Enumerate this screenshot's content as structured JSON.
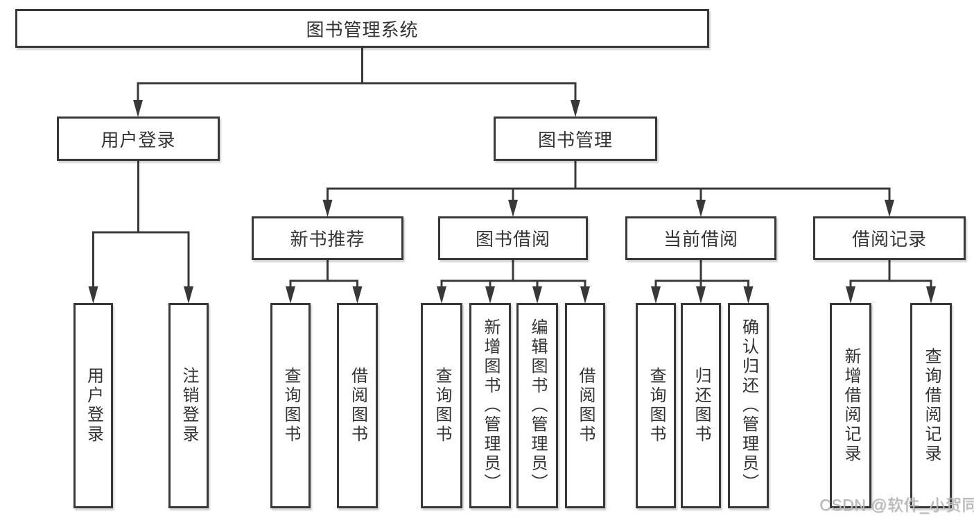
{
  "diagram": {
    "root": "图书管理系统",
    "user_branch": {
      "label": "用户登录",
      "children": [
        "用户登录",
        "注销登录"
      ]
    },
    "book_branch": {
      "label": "图书管理",
      "groups": [
        {
          "label": "新书推荐",
          "children": [
            "查询图书",
            "借阅图书"
          ]
        },
        {
          "label": "图书借阅",
          "children": [
            "查询图书",
            "新增图书（管理员）",
            "编辑图书（管理员）",
            "借阅图书"
          ]
        },
        {
          "label": "当前借阅",
          "children": [
            "查询图书",
            "归还图书",
            "确认归还（管理员）"
          ]
        },
        {
          "label": "借阅记录",
          "children": [
            "新增借阅记录",
            "查询借阅记录"
          ]
        }
      ]
    }
  },
  "watermark": {
    "text": "CSDN @软件_小贺同学"
  },
  "colors": {
    "line": "#383838",
    "box_border": "#383838",
    "text": "#333333",
    "watermark_text": "#b9b9b9",
    "background": "#ffffff"
  }
}
